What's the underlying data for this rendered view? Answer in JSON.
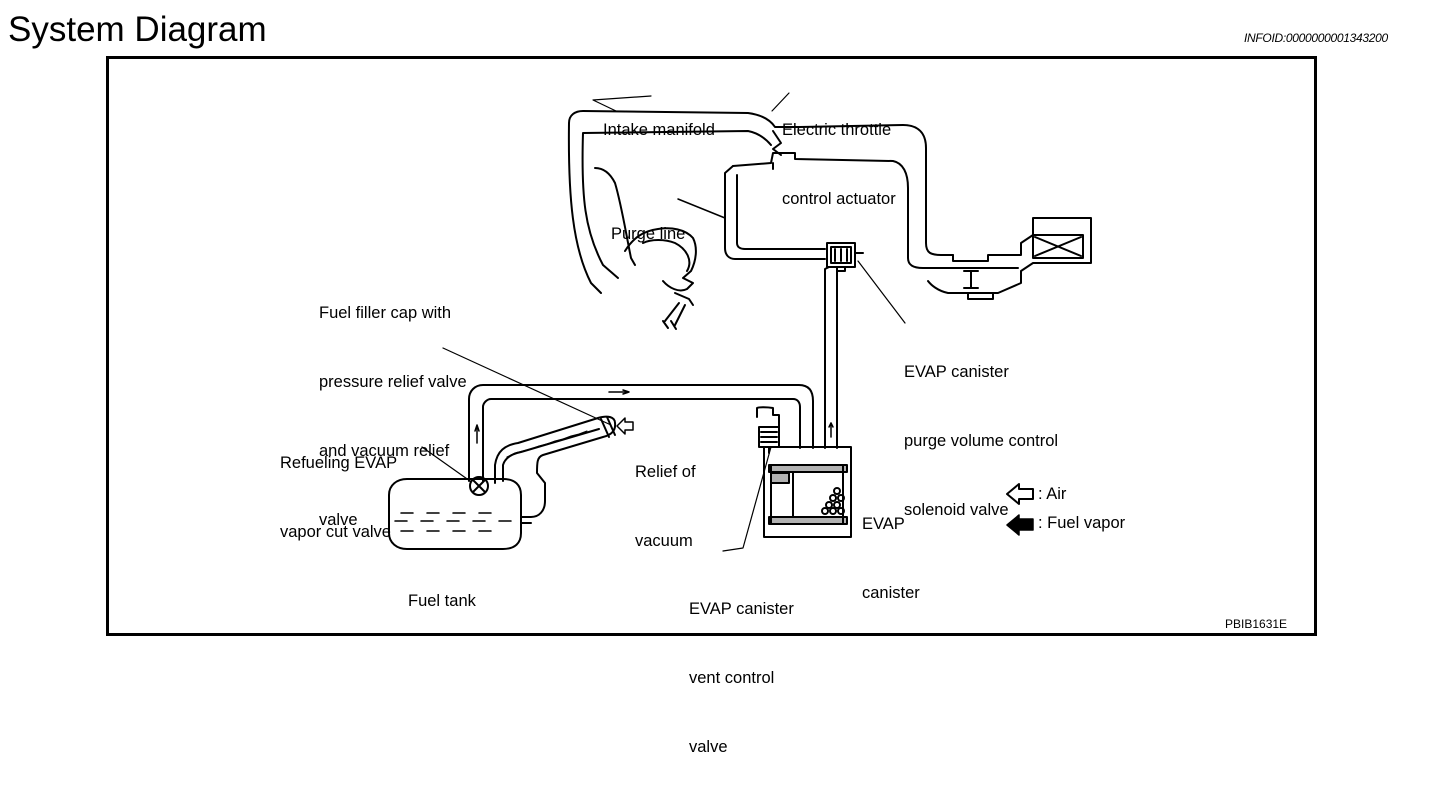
{
  "header": {
    "title": "System Diagram",
    "info_id": "INFOID:0000000001343200"
  },
  "diagram": {
    "reference_code": "PBIB1631E",
    "labels": {
      "intake_manifold": "Intake manifold",
      "throttle_line1": "Electric throttle",
      "throttle_line2": "control actuator",
      "purge_line": "Purge line",
      "filler_cap_line1": "Fuel filler cap with",
      "filler_cap_line2": "pressure relief valve",
      "filler_cap_line3": "and vacuum relief",
      "filler_cap_line4": "valve",
      "purge_valve_line1": "EVAP canister",
      "purge_valve_line2": "purge volume control",
      "purge_valve_line3": "solenoid valve",
      "refuel_line1": "Refueling EVAP",
      "refuel_line2": "vapor cut valve",
      "relief_line1": "Relief of",
      "relief_line2": "vacuum",
      "canister_line1": "EVAP",
      "canister_line2": "canister",
      "fuel_tank": "Fuel tank",
      "vent_line1": "EVAP canister",
      "vent_line2": "vent control",
      "vent_line3": "valve"
    },
    "legend": {
      "air": ": Air",
      "fuel_vapor": ": Fuel vapor"
    }
  }
}
